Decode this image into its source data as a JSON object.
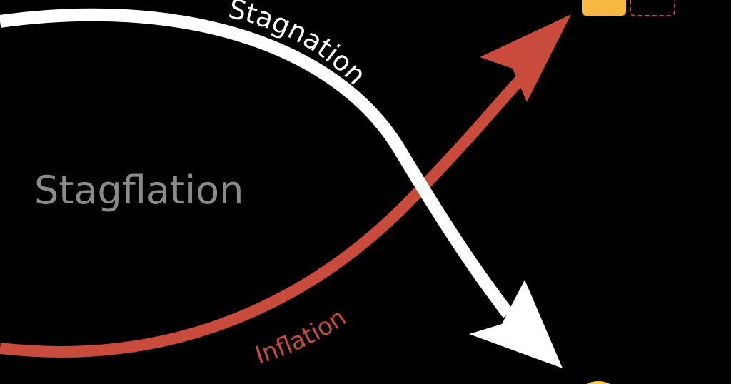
{
  "diagram": {
    "title": "Stagflation",
    "arrows": [
      {
        "id": "stagnation",
        "label": "Stagnation",
        "color": "#ffffff",
        "direction": "down-right"
      },
      {
        "id": "inflation",
        "label": "Inflation",
        "color": "#c84b3c",
        "direction": "up-right"
      }
    ],
    "colors": {
      "background": "#000000",
      "title": "#8a8a8a",
      "stagnation": "#ffffff",
      "inflation": "#c84b3c",
      "accent_yellow": "#f5b840",
      "accent_outline": "#c84b3c"
    }
  }
}
